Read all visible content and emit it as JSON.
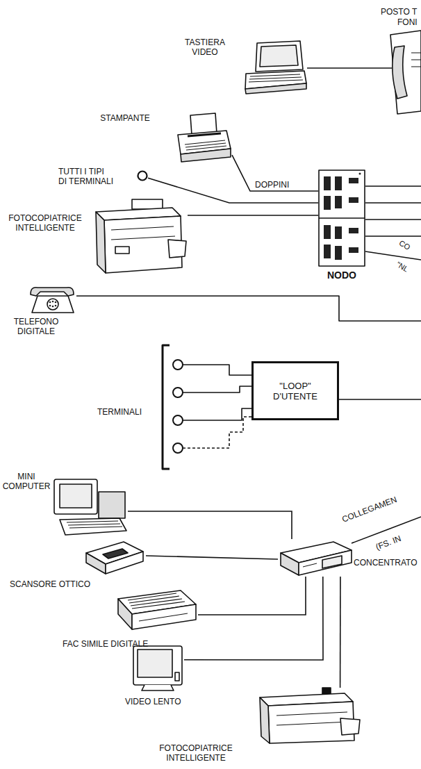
{
  "diagram": {
    "nodes": [
      {
        "text": [
          "TASTIERA VIDEO"
        ]
      },
      {
        "text": [
          "STAMPANTE"
        ]
      },
      {
        "text": [
          "NODO"
        ]
      },
      {
        "text": [
          "TUTTI I TIPI DI TERMINALI"
        ]
      },
      {
        "text": [
          "FOTOCOPIATRICE INTELLIGENTE"
        ]
      },
      {
        "text": [
          "TELEFONO DIGITALE"
        ]
      },
      {
        "text": [
          "\"LOOP\" D'UTENTE"
        ]
      },
      {
        "text": [
          "MINI COMPUTER"
        ]
      },
      {
        "text": [
          "CONCENTRATO"
        ]
      },
      {
        "text": [
          "SCANSORE OTTICO"
        ]
      },
      {
        "text": [
          "FAC SIMILE DIGITALE"
        ]
      },
      {
        "text": [
          "VIDEO LENTO"
        ]
      },
      {
        "text": [
          "FOTOCOPIATRICE INTELLIGENTE"
        ]
      }
    ],
    "edges": [
      {
        "from": 1,
        "to": 2,
        "arrow": "none",
        "label": "DOPPINI"
      },
      {
        "from": 3,
        "to": 2,
        "arrow": "none"
      },
      {
        "from": 4,
        "to": 2,
        "arrow": "none"
      },
      {
        "from": 7,
        "to": 8,
        "arrow": "none"
      },
      {
        "from": 9,
        "to": 8,
        "arrow": "none"
      },
      {
        "from": 10,
        "to": 8,
        "arrow": "none"
      },
      {
        "from": 11,
        "to": 8,
        "arrow": "none"
      },
      {
        "from": 8,
        "to": 12,
        "arrow": "none"
      }
    ],
    "labels": [
      "POSTO T",
      "FONI",
      "CO",
      "\"NL",
      "TERMINALI",
      "COLLEGAMEN",
      "(FS. IN"
    ]
  }
}
